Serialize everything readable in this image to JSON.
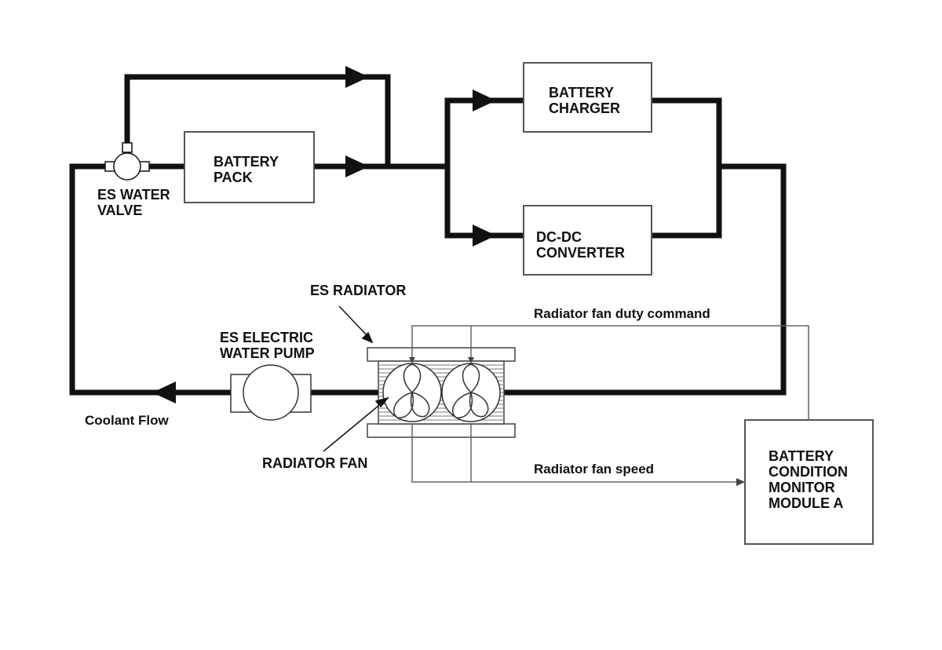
{
  "labels": {
    "battery_pack": [
      "BATTERY",
      "PACK"
    ],
    "battery_charger": [
      "BATTERY",
      "CHARGER"
    ],
    "dcdc_converter": [
      "DC-DC",
      "CONVERTER"
    ],
    "es_water_valve": [
      "ES WATER",
      "VALVE"
    ],
    "es_radiator": "ES RADIATOR",
    "es_electric_water_pump": [
      "ES ELECTRIC",
      "WATER PUMP"
    ],
    "radiator_fan": "RADIATOR FAN",
    "coolant_flow": "Coolant Flow",
    "radiator_fan_duty_command": "Radiator fan duty command",
    "radiator_fan_speed": "Radiator fan speed",
    "battery_condition_monitor": [
      "BATTERY",
      "CONDITION",
      "MONITOR",
      "MODULE A"
    ]
  },
  "colors": {
    "line": "#111111",
    "box_border": "#555555",
    "signal_line": "#666666",
    "background": "#ffffff"
  }
}
